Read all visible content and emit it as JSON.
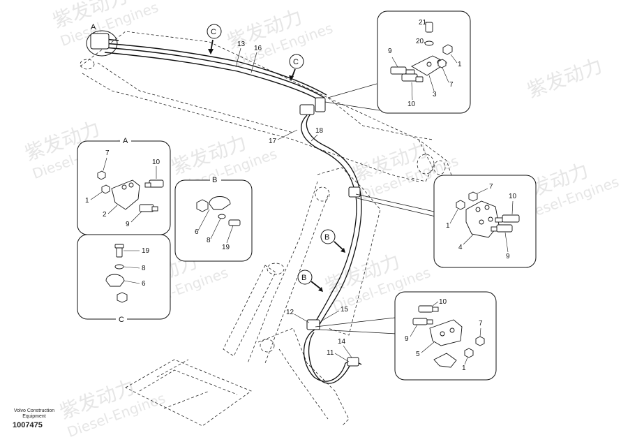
{
  "watermark": {
    "cn": "紫发动力",
    "en": "Diesel-Engines"
  },
  "footer": {
    "company_line1": "Volvo Construction",
    "company_line2": "Equipment",
    "figure_number": "1007475"
  },
  "callouts": {
    "c1": "C",
    "c2": "C",
    "b1": "B",
    "b2": "B",
    "a_top": "A"
  },
  "main_labels": {
    "l13": "13",
    "l16": "16",
    "l17": "17",
    "l18": "18",
    "l12": "12",
    "l15": "15",
    "l14": "14",
    "l11": "11"
  },
  "detail_tr": {
    "l21": "21",
    "l20": "20",
    "l9": "9",
    "l1": "1",
    "l7": "7",
    "l3": "3",
    "l10": "10"
  },
  "detail_a": {
    "title": "A",
    "l7": "7",
    "l10": "10",
    "l1": "1",
    "l2": "2",
    "l9": "9"
  },
  "detail_b": {
    "title": "B",
    "l6": "6",
    "l8": "8",
    "l19": "19"
  },
  "detail_c": {
    "title": "C",
    "l19": "19",
    "l8": "8",
    "l6": "6"
  },
  "detail_r": {
    "l7": "7",
    "l10": "10",
    "l1": "1",
    "l4": "4",
    "l9": "9"
  },
  "detail_br": {
    "l10": "10",
    "l9": "9",
    "l7": "7",
    "l5": "5",
    "l1": "1"
  }
}
